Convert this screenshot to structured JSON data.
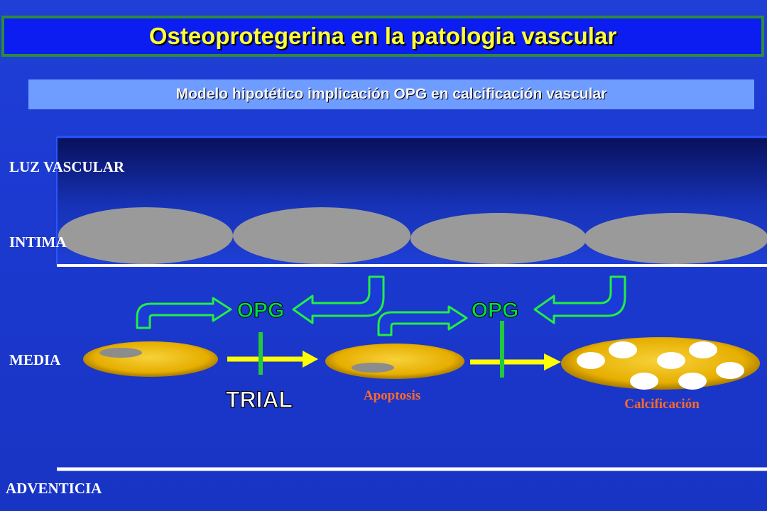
{
  "slide": {
    "title": "Osteoprotegerina en la patologia vascular",
    "subtitle": "Modelo hipotético implicación OPG en calcificación vascular"
  },
  "layers": {
    "luz_vascular": "LUZ VASCULAR",
    "intima": "INTIMA",
    "media": "MEDIA",
    "adventicia": "ADVENTICIA"
  },
  "diagram": {
    "opg_left": "OPG",
    "opg_right": "OPG",
    "trial": "TRIAL",
    "apoptosis": "Apoptosis",
    "calcificacion": "Calcificación"
  },
  "colors": {
    "title_text": "#ffff33",
    "title_border": "#2e8b3a",
    "opg_text": "#00e040",
    "cell_fill": "#e8b400",
    "inhibit_bar": "#22c93a",
    "arrow": "#ffff00",
    "arrow_fill": "#1a3bd8",
    "arrow_outline": "#22ee44",
    "orange_label": "#ff6a2a"
  }
}
